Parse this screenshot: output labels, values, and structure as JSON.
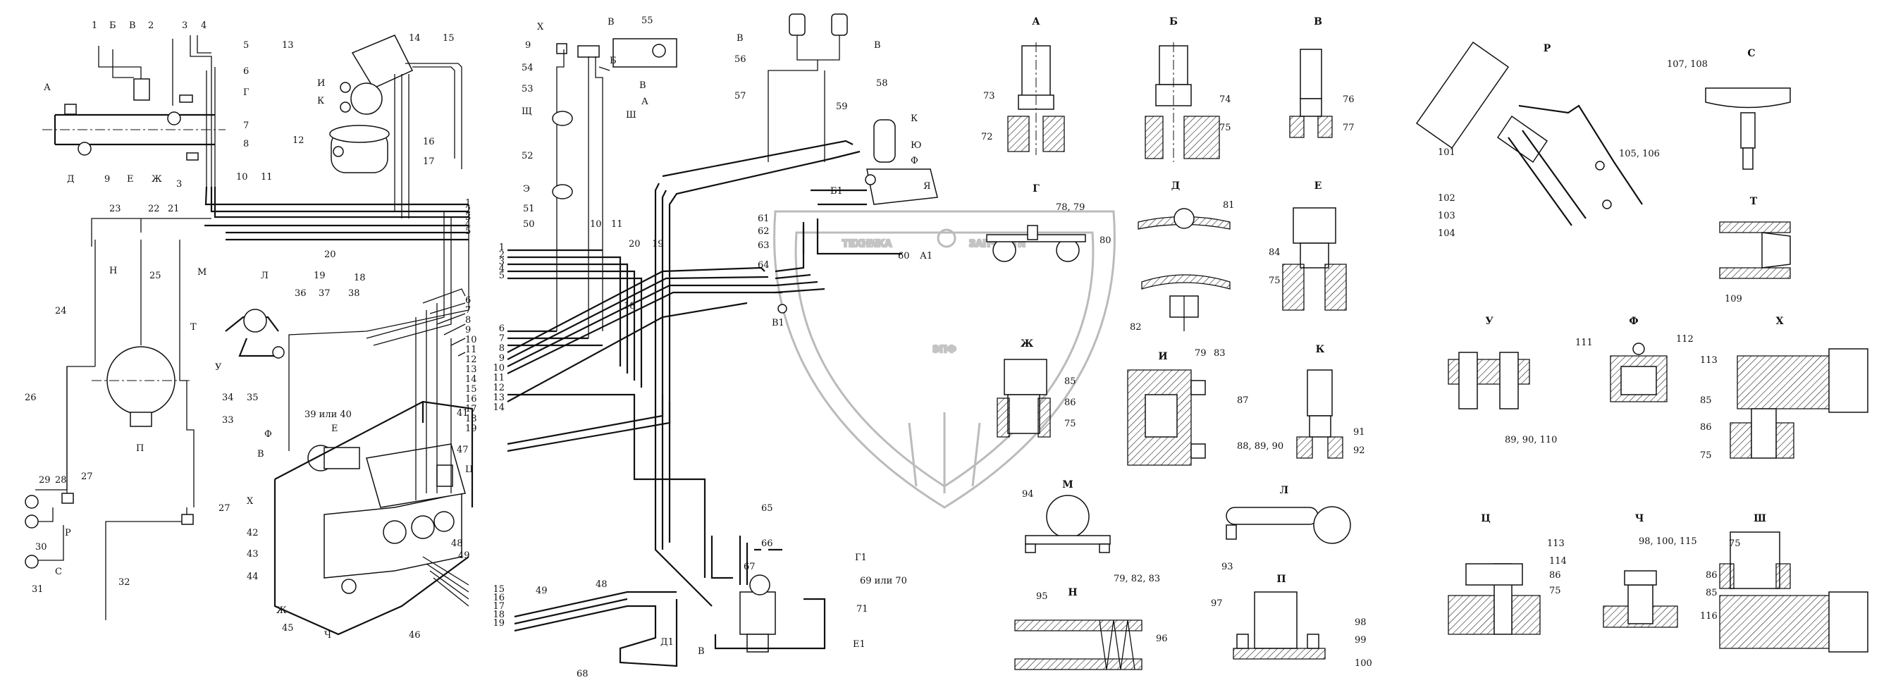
{
  "watermark": {
    "brand_left": "ТЕХНИКА",
    "brand_right": "ЗАПЧАСТИ",
    "logo": "ЭПФ"
  },
  "view_titles": [
    "А",
    "Б",
    "В",
    "Г",
    "Д",
    "Е",
    "Ж",
    "И",
    "К",
    "Л",
    "М",
    "Н",
    "П",
    "Р",
    "С",
    "Т",
    "У",
    "Ф",
    "Х",
    "Ц",
    "Ч",
    "Ш"
  ],
  "main_labels": [
    {
      "t": "1",
      "k": "m1"
    },
    {
      "t": "Б",
      "k": "m2"
    },
    {
      "t": "В",
      "k": "m3"
    },
    {
      "t": "2",
      "k": "m4"
    },
    {
      "t": "3",
      "k": "m5"
    },
    {
      "t": "4",
      "k": "m6"
    },
    {
      "t": "5",
      "k": "m7"
    },
    {
      "t": "6",
      "k": "m8"
    },
    {
      "t": "Г",
      "k": "m9"
    },
    {
      "t": "7",
      "k": "m10"
    },
    {
      "t": "8",
      "k": "m11"
    },
    {
      "t": "А",
      "k": "m12"
    },
    {
      "t": "Д",
      "k": "m13"
    },
    {
      "t": "9",
      "k": "m14"
    },
    {
      "t": "Е",
      "k": "m15"
    },
    {
      "t": "Ж",
      "k": "m16"
    },
    {
      "t": "3",
      "k": "m17"
    },
    {
      "t": "10",
      "k": "m18"
    },
    {
      "t": "11",
      "k": "m19"
    },
    {
      "t": "13",
      "k": "m20"
    },
    {
      "t": "14",
      "k": "m21"
    },
    {
      "t": "15",
      "k": "m22"
    },
    {
      "t": "И",
      "k": "m23"
    },
    {
      "t": "К",
      "k": "m24"
    },
    {
      "t": "12",
      "k": "m25"
    },
    {
      "t": "16",
      "k": "m26"
    },
    {
      "t": "17",
      "k": "m27"
    },
    {
      "t": "23",
      "k": "m28"
    },
    {
      "t": "22",
      "k": "m29"
    },
    {
      "t": "21",
      "k": "m30"
    },
    {
      "t": "М",
      "k": "m31"
    },
    {
      "t": "20",
      "k": "m32"
    },
    {
      "t": "19",
      "k": "m33"
    },
    {
      "t": "18",
      "k": "m34"
    },
    {
      "t": "Л",
      "k": "m35"
    },
    {
      "t": "Н",
      "k": "m36"
    },
    {
      "t": "25",
      "k": "m37"
    },
    {
      "t": "Т",
      "k": "m38"
    },
    {
      "t": "24",
      "k": "m39"
    },
    {
      "t": "36",
      "k": "m40"
    },
    {
      "t": "37",
      "k": "m41"
    },
    {
      "t": "38",
      "k": "m42"
    },
    {
      "t": "26",
      "k": "m43"
    },
    {
      "t": "У",
      "k": "m44"
    },
    {
      "t": "34",
      "k": "m45"
    },
    {
      "t": "35",
      "k": "m46"
    },
    {
      "t": "П",
      "k": "m47"
    },
    {
      "t": "33",
      "k": "m48"
    },
    {
      "t": "39 или 40",
      "k": "m49"
    },
    {
      "t": "Ф",
      "k": "m50"
    },
    {
      "t": "Е",
      "k": "m51"
    },
    {
      "t": "В",
      "k": "m52"
    },
    {
      "t": "41",
      "k": "m53"
    },
    {
      "t": "47",
      "k": "m54"
    },
    {
      "t": "Ц",
      "k": "m55"
    },
    {
      "t": "29",
      "k": "m56"
    },
    {
      "t": "28",
      "k": "m57"
    },
    {
      "t": "27",
      "k": "m58"
    },
    {
      "t": "Р",
      "k": "m59"
    },
    {
      "t": "27",
      "k": "m60"
    },
    {
      "t": "30",
      "k": "m61"
    },
    {
      "t": "31",
      "k": "m62"
    },
    {
      "t": "С",
      "k": "m63"
    },
    {
      "t": "32",
      "k": "m64"
    },
    {
      "t": "Х",
      "k": "m65"
    },
    {
      "t": "42",
      "k": "m66"
    },
    {
      "t": "43",
      "k": "m67"
    },
    {
      "t": "44",
      "k": "m68"
    },
    {
      "t": "Ж",
      "k": "m69"
    },
    {
      "t": "45",
      "k": "m70"
    },
    {
      "t": "Ч",
      "k": "m71"
    },
    {
      "t": "46",
      "k": "m72"
    },
    {
      "t": "48",
      "k": "m73"
    },
    {
      "t": "49",
      "k": "m74"
    },
    {
      "t": "Х",
      "k": "n1"
    },
    {
      "t": "В",
      "k": "n2"
    },
    {
      "t": "55",
      "k": "n3"
    },
    {
      "t": "9",
      "k": "n4"
    },
    {
      "t": "54",
      "k": "n5"
    },
    {
      "t": "53",
      "k": "n6"
    },
    {
      "t": "Б",
      "k": "n7"
    },
    {
      "t": "В",
      "k": "n8"
    },
    {
      "t": "А",
      "k": "n9"
    },
    {
      "t": "Ш",
      "k": "n10"
    },
    {
      "t": "Щ",
      "k": "n11"
    },
    {
      "t": "52",
      "k": "n12"
    },
    {
      "t": "Э",
      "k": "n13"
    },
    {
      "t": "51",
      "k": "n14"
    },
    {
      "t": "50",
      "k": "n15"
    },
    {
      "t": "10",
      "k": "n16"
    },
    {
      "t": "11",
      "k": "n17"
    },
    {
      "t": "20",
      "k": "n18"
    },
    {
      "t": "19",
      "k": "n19"
    },
    {
      "t": "18",
      "k": "n20"
    },
    {
      "t": "В",
      "k": "n21"
    },
    {
      "t": "56",
      "k": "n22"
    },
    {
      "t": "В",
      "k": "n23"
    },
    {
      "t": "57",
      "k": "n24"
    },
    {
      "t": "58",
      "k": "n25"
    },
    {
      "t": "59",
      "k": "n26"
    },
    {
      "t": "К",
      "k": "n27"
    },
    {
      "t": "Ю",
      "k": "n28"
    },
    {
      "t": "Ф",
      "k": "n29"
    },
    {
      "t": "Я",
      "k": "n30"
    },
    {
      "t": "Б1",
      "k": "n31"
    },
    {
      "t": "61",
      "k": "n32"
    },
    {
      "t": "62",
      "k": "n33"
    },
    {
      "t": "63",
      "k": "n34"
    },
    {
      "t": "64",
      "k": "n35"
    },
    {
      "t": "60",
      "k": "n36"
    },
    {
      "t": "А1",
      "k": "n37"
    },
    {
      "t": "В1",
      "k": "n38"
    },
    {
      "t": "65",
      "k": "n39"
    },
    {
      "t": "66",
      "k": "n40"
    },
    {
      "t": "67",
      "k": "n41"
    },
    {
      "t": "Г1",
      "k": "n42"
    },
    {
      "t": "69 или 70",
      "k": "n43"
    },
    {
      "t": "71",
      "k": "n44"
    },
    {
      "t": "49",
      "k": "n45"
    },
    {
      "t": "48",
      "k": "n46"
    },
    {
      "t": "Д1",
      "k": "n47"
    },
    {
      "t": "В",
      "k": "n48"
    },
    {
      "t": "Е1",
      "k": "n49"
    },
    {
      "t": "68",
      "k": "n50"
    }
  ],
  "detail_labels": [
    {
      "t": "73",
      "k": "d1"
    },
    {
      "t": "72",
      "k": "d2"
    },
    {
      "t": "74",
      "k": "d3"
    },
    {
      "t": "75",
      "k": "d4"
    },
    {
      "t": "76",
      "k": "d5"
    },
    {
      "t": "77",
      "k": "d6"
    },
    {
      "t": "78, 79",
      "k": "d7"
    },
    {
      "t": "80",
      "k": "d8"
    },
    {
      "t": "81",
      "k": "d9"
    },
    {
      "t": "82",
      "k": "d10"
    },
    {
      "t": "79",
      "k": "d11"
    },
    {
      "t": "83",
      "k": "d12"
    },
    {
      "t": "84",
      "k": "d13"
    },
    {
      "t": "75",
      "k": "d14"
    },
    {
      "t": "85",
      "k": "d15"
    },
    {
      "t": "86",
      "k": "d16"
    },
    {
      "t": "75",
      "k": "d17"
    },
    {
      "t": "87",
      "k": "d18"
    },
    {
      "t": "88, 89, 90",
      "k": "d19"
    },
    {
      "t": "91",
      "k": "d20"
    },
    {
      "t": "92",
      "k": "d21"
    },
    {
      "t": "94",
      "k": "d22"
    },
    {
      "t": "79, 82, 83",
      "k": "d23"
    },
    {
      "t": "93",
      "k": "d24"
    },
    {
      "t": "95",
      "k": "d25"
    },
    {
      "t": "96",
      "k": "d26"
    },
    {
      "t": "97",
      "k": "d27"
    },
    {
      "t": "98",
      "k": "d28"
    },
    {
      "t": "99",
      "k": "d29"
    },
    {
      "t": "100",
      "k": "d30"
    },
    {
      "t": "101",
      "k": "d31"
    },
    {
      "t": "102",
      "k": "d32"
    },
    {
      "t": "103",
      "k": "d33"
    },
    {
      "t": "104",
      "k": "d34"
    },
    {
      "t": "105, 106",
      "k": "d35"
    },
    {
      "t": "107, 108",
      "k": "d36"
    },
    {
      "t": "109",
      "k": "d37"
    },
    {
      "t": "89, 90, 110",
      "k": "d38"
    },
    {
      "t": "111",
      "k": "d39"
    },
    {
      "t": "112",
      "k": "d40"
    },
    {
      "t": "113",
      "k": "d41"
    },
    {
      "t": "85",
      "k": "d42"
    },
    {
      "t": "86",
      "k": "d43"
    },
    {
      "t": "75",
      "k": "d44"
    },
    {
      "t": "113",
      "k": "d45"
    },
    {
      "t": "114",
      "k": "d46"
    },
    {
      "t": "86",
      "k": "d47"
    },
    {
      "t": "75",
      "k": "d48"
    },
    {
      "t": "98, 100, 115",
      "k": "d49"
    },
    {
      "t": "75",
      "k": "d50"
    },
    {
      "t": "86",
      "k": "d51"
    },
    {
      "t": "85",
      "k": "d52"
    },
    {
      "t": "116",
      "k": "d53"
    }
  ],
  "pipe_end_numbers_left": [
    "1",
    "2",
    "3",
    "4",
    "5"
  ],
  "pipe_end_numbers_valve": [
    "6",
    "7",
    "8",
    "9",
    "10",
    "11",
    "12",
    "13",
    "14",
    "15",
    "16",
    "17",
    "18",
    "19"
  ],
  "pipe_end_numbers_mid": [
    "1",
    "2",
    "3",
    "4",
    "5",
    "6",
    "7",
    "8",
    "9",
    "10",
    "11",
    "12",
    "13",
    "14",
    "15",
    "16",
    "17",
    "18",
    "19"
  ]
}
